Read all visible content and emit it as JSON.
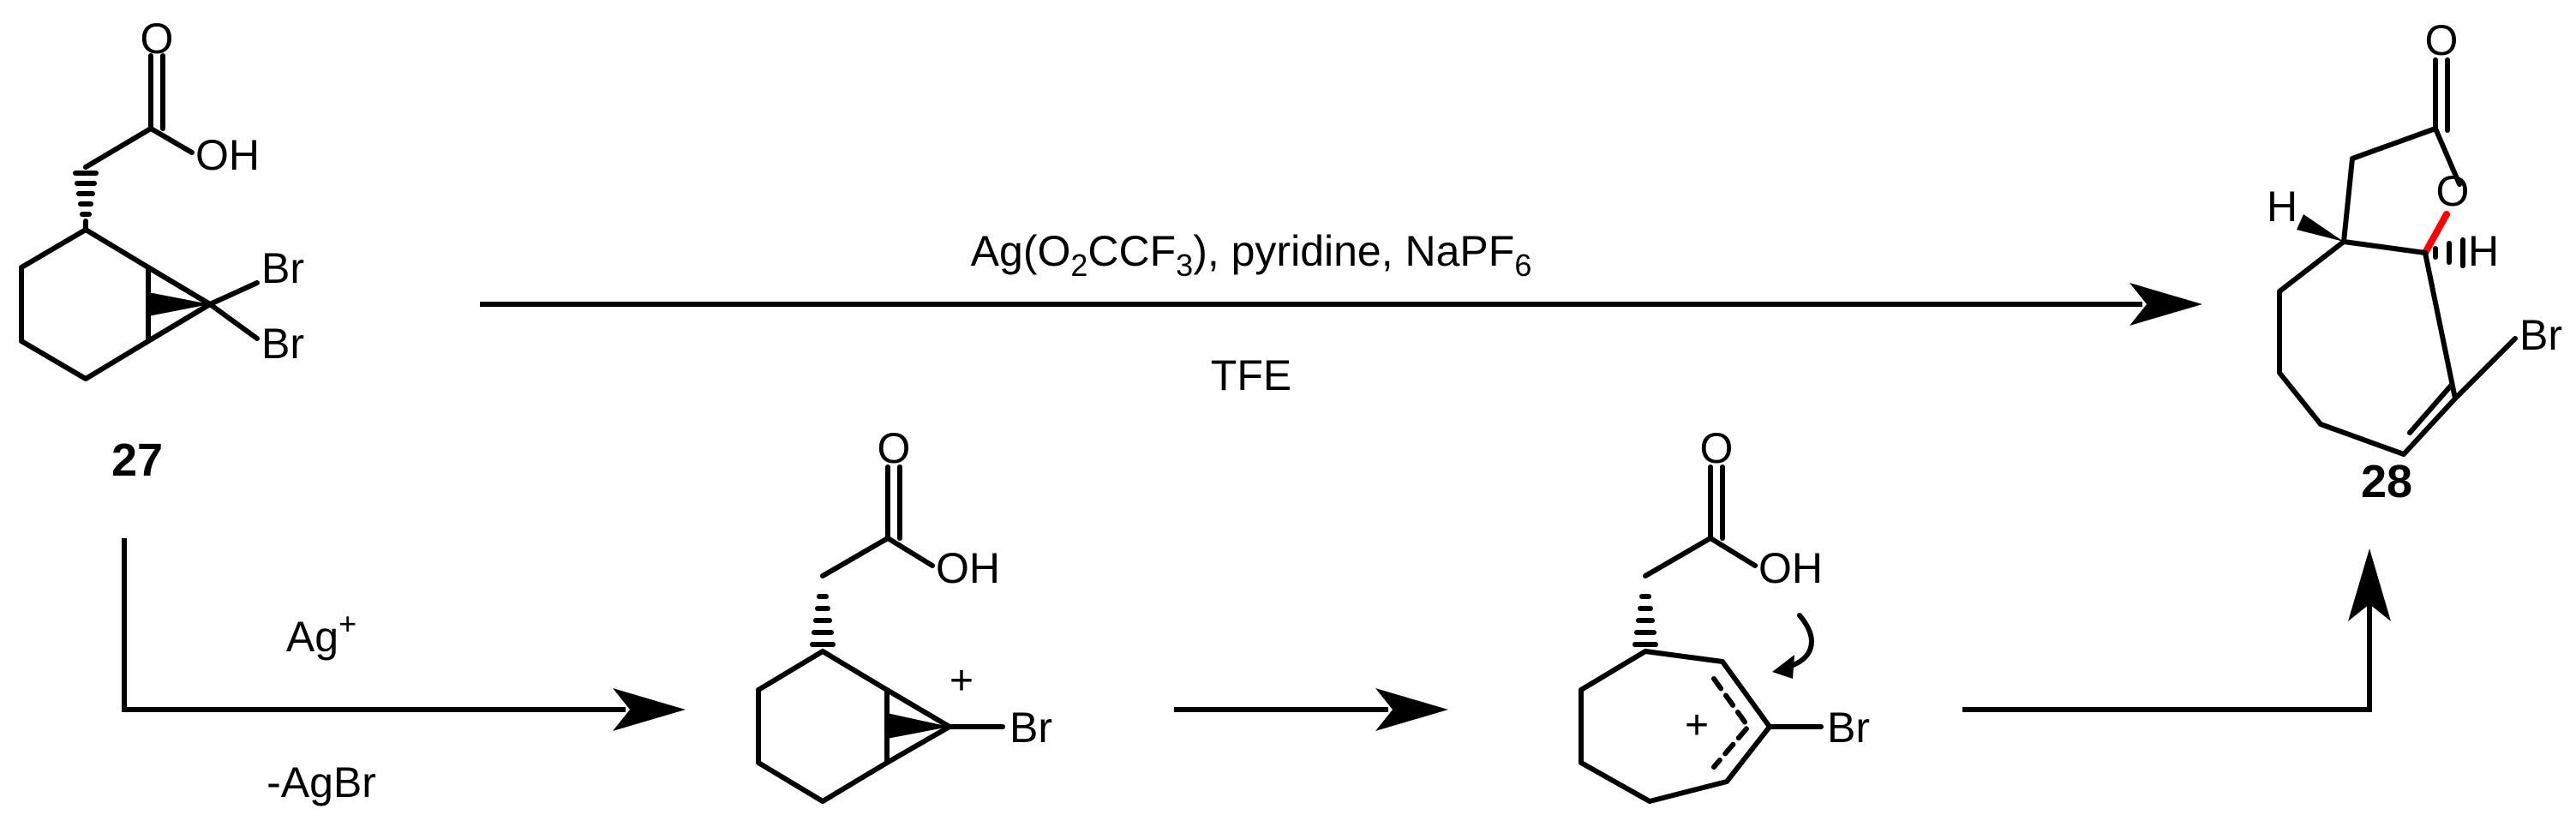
{
  "reaction": {
    "reagents_main": [
      "Ag(O",
      "2",
      "CCF",
      "3",
      "), pyridine, NaPF",
      "6"
    ],
    "solvent": "TFE",
    "step1_reagent": "Ag",
    "step1_reagent_charge": "+",
    "step1_byproduct": "-AgBr"
  },
  "compounds": {
    "start_label": "27",
    "product_label": "28"
  },
  "atoms": {
    "oxygen": "O",
    "hydroxyl": "OH",
    "bromine": "Br",
    "hydrogen": "H",
    "cation": "+"
  },
  "colors": {
    "bond": "#000000",
    "new_bond_highlight": "#ff0000"
  }
}
